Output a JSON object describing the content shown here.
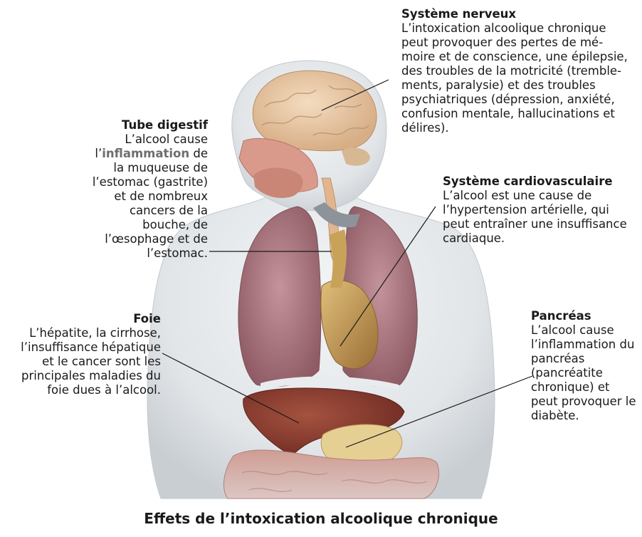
{
  "caption": "Effets de l’intoxication alcoolique chronique",
  "annotations": {
    "nerveux": {
      "title": "Système nerveux",
      "text": "L’intoxication alcoolique chronique peut provoquer des pertes de mé-moire et de conscience, une épilepsie, des troubles de la motricité (tremble-ments, paralysie) et des troubles psychiatriques (dépression, anxiété, confusion mentale, hallucinations et délires)."
    },
    "digestif": {
      "title": "Tube digestif",
      "text_before": "L’alcool cause l’",
      "highlight": "inflammation",
      "text_after": " de la muqueuse de l’estomac (gastrite) et de nombreux cancers de la bouche, de l’œsophage et de l’estomac."
    },
    "cardio": {
      "title": "Système cardiovasculaire",
      "text": "L’alcool est une cause de l’hypertension artérielle, qui peut entraîner une insuffisance cardiaque."
    },
    "foie": {
      "title": "Foie",
      "text": "L’hépatite, la cirrhose, l’insuffisance hépatique et le cancer sont les principales maladies du foie dues à l’alcool."
    },
    "pancreas": {
      "title": "Pancréas",
      "text": "L’alcool cause l’inflammation du pancréas (pancréatite chronique) et peut provoquer le diabète."
    }
  },
  "colors": {
    "skin": "#e9ecee",
    "skin_shadow": "#c9ced3",
    "brain": "#e9c9a8",
    "lung": "#b07d86",
    "heart": "#c9a25a",
    "liver": "#8b3b2f",
    "pancreas": "#e6cf93",
    "digestive": "#d99a8c",
    "intestine": "#c98f8a"
  }
}
